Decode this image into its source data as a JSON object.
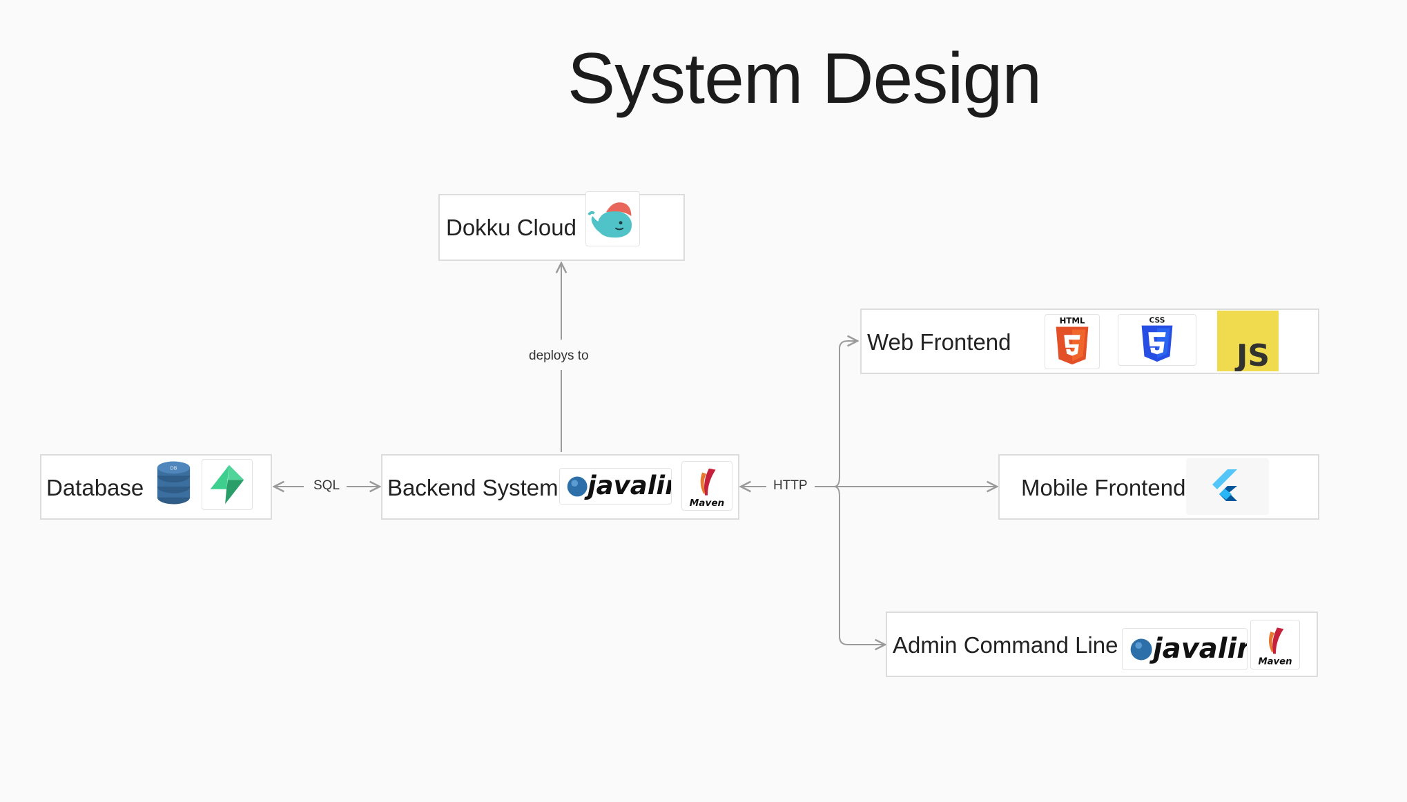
{
  "title": "System Design",
  "nodes": {
    "dokku": {
      "label": "Dokku Cloud"
    },
    "database": {
      "label": "Database"
    },
    "backend": {
      "label": "Backend System"
    },
    "web": {
      "label": "Web Frontend"
    },
    "mobile": {
      "label": "Mobile Frontend"
    },
    "admin": {
      "label": "Admin Command Line"
    }
  },
  "edges": {
    "deploys": "deploys to",
    "sql": "SQL",
    "http": "HTTP"
  },
  "logos": {
    "javalin_word": "javalin",
    "maven_word": "Maven",
    "html_word": "HTML",
    "css_word": "CSS",
    "js_word": "JS",
    "db_word": "DB"
  },
  "icons": {
    "dokku": "dokku-whale-icon",
    "database": "database-stack-icon",
    "supabase": "supabase-bolt-icon",
    "javalin": "javalin-logo",
    "maven": "maven-feather-icon",
    "html5": "html5-shield-icon",
    "css3": "css3-shield-icon",
    "js": "javascript-icon",
    "flutter": "flutter-icon"
  },
  "colors": {
    "background": "#fafafa",
    "node_border": "#dcdcdc",
    "wire": "#9a9a9a",
    "html5": "#e34f26",
    "css3": "#264de4",
    "js": "#f0db4f",
    "supabase": "#3ecf8e",
    "flutter": "#54c5f8",
    "dokku_whale": "#4fc3c8",
    "dokku_cap": "#e8675a",
    "javalin_dot": "#2d6fa8",
    "db_blue": "#3b6fa0"
  }
}
